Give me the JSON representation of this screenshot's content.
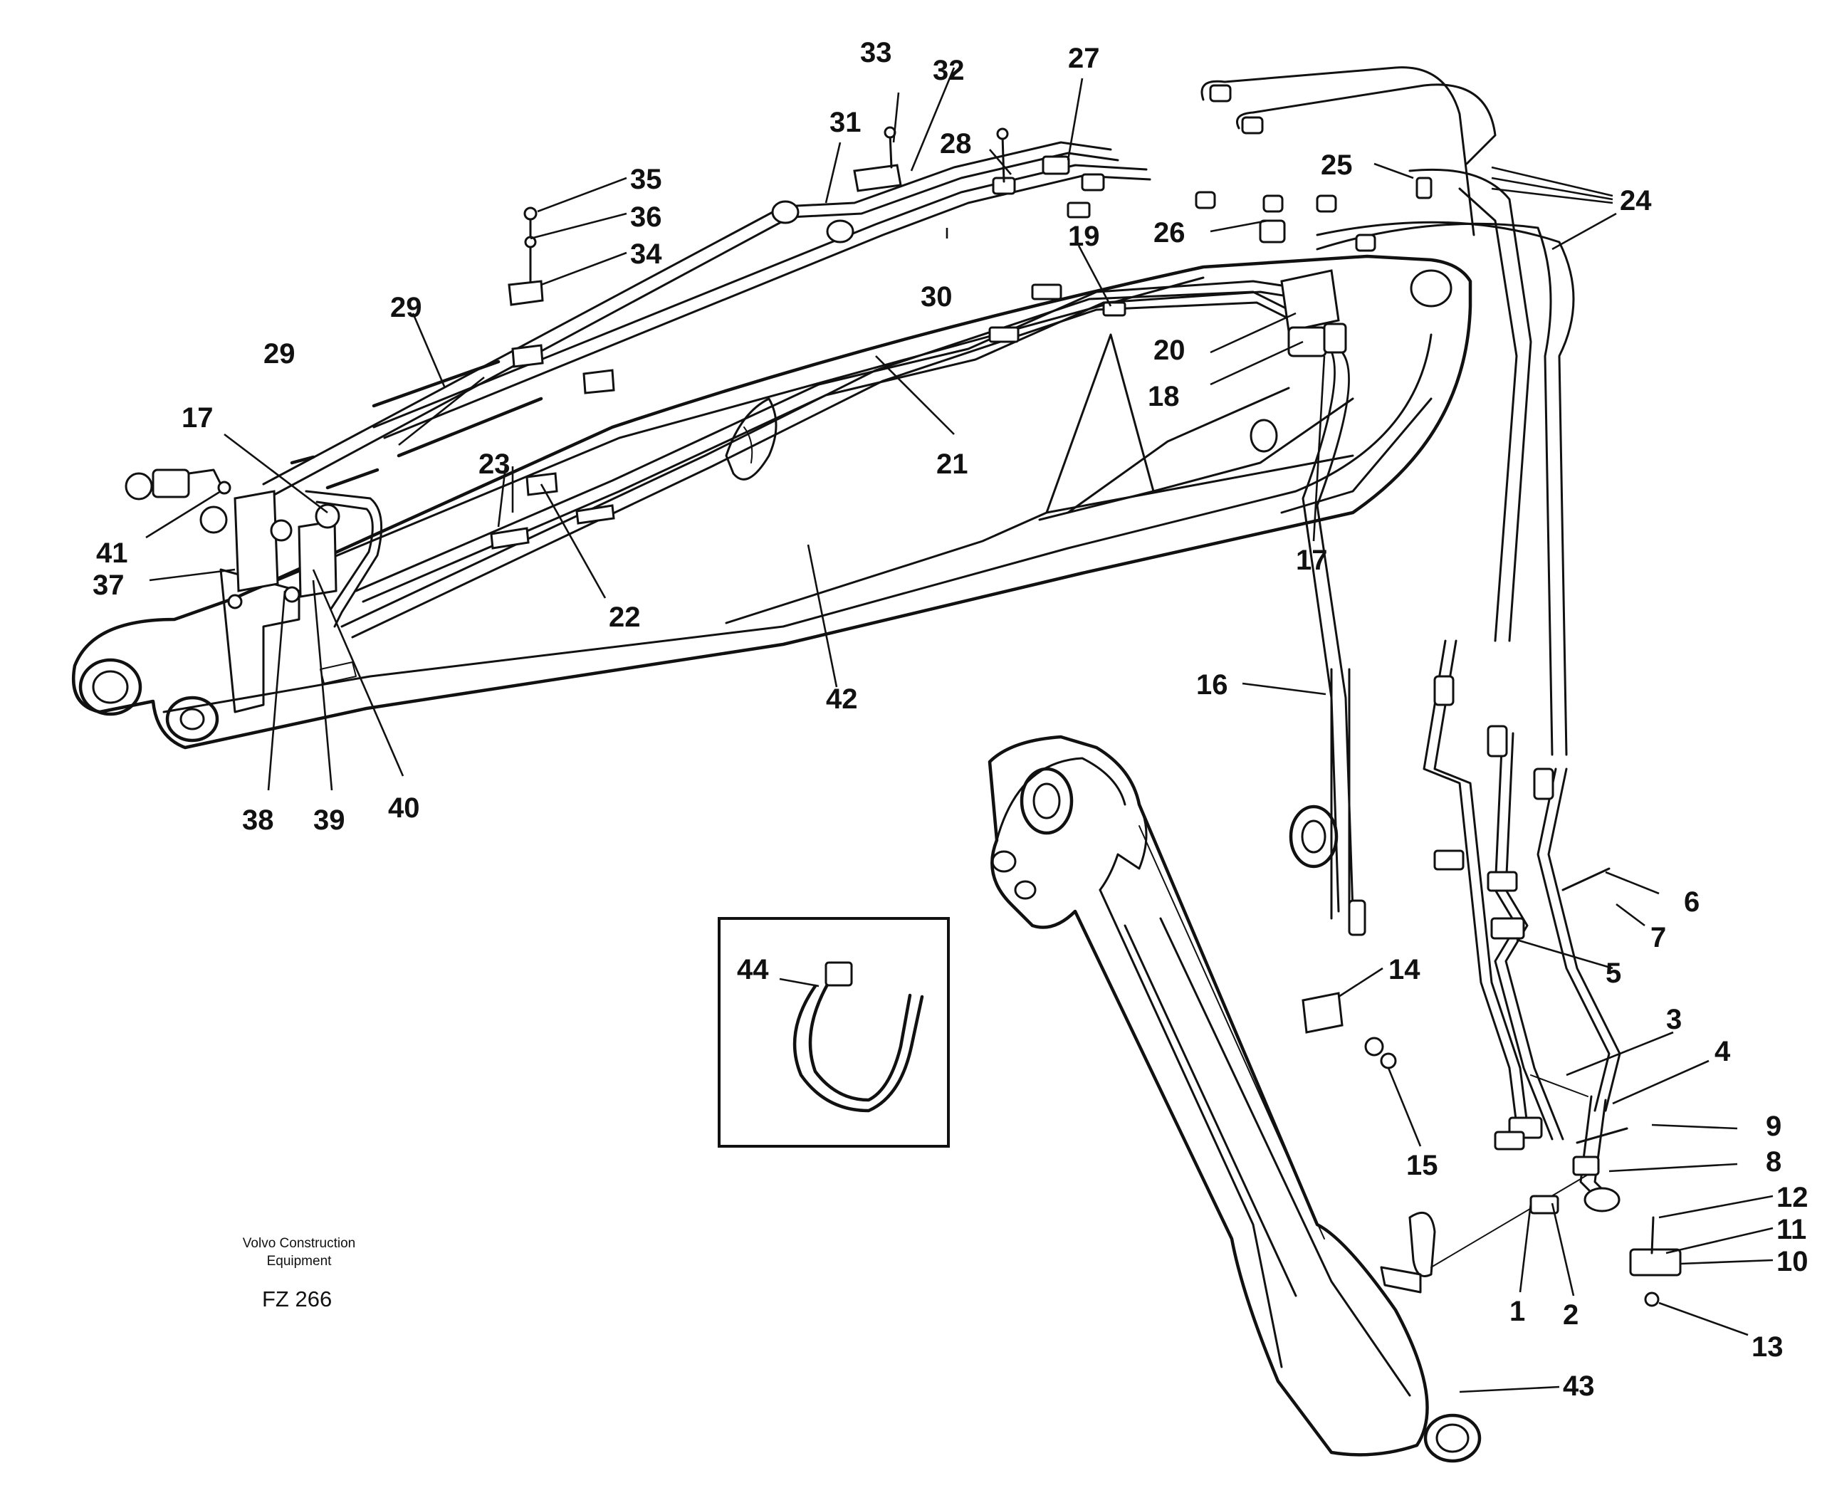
{
  "labels": {
    "p1": "1",
    "p2": "2",
    "p3": "3",
    "p4": "4",
    "p5": "5",
    "p6": "6",
    "p7": "7",
    "p8": "8",
    "p9": "9",
    "p10": "10",
    "p11": "11",
    "p12": "12",
    "p13": "13",
    "p14": "14",
    "p15": "15",
    "p16": "16",
    "p17a": "17",
    "p17b": "17",
    "p18": "18",
    "p19": "19",
    "p20": "20",
    "p21": "21",
    "p22": "22",
    "p23": "23",
    "p24": "24",
    "p25": "25",
    "p26": "26",
    "p27": "27",
    "p28": "28",
    "p29a": "29",
    "p29b": "29",
    "p30": "30",
    "p31": "31",
    "p32": "32",
    "p33": "33",
    "p34": "34",
    "p35": "35",
    "p36": "36",
    "p37": "37",
    "p38": "38",
    "p39": "39",
    "p40": "40",
    "p41": "41",
    "p42": "42",
    "p43": "43",
    "p44": "44"
  },
  "caption": {
    "line1": "Volvo Construction",
    "line2": "Equipment",
    "code": "FZ 266"
  }
}
